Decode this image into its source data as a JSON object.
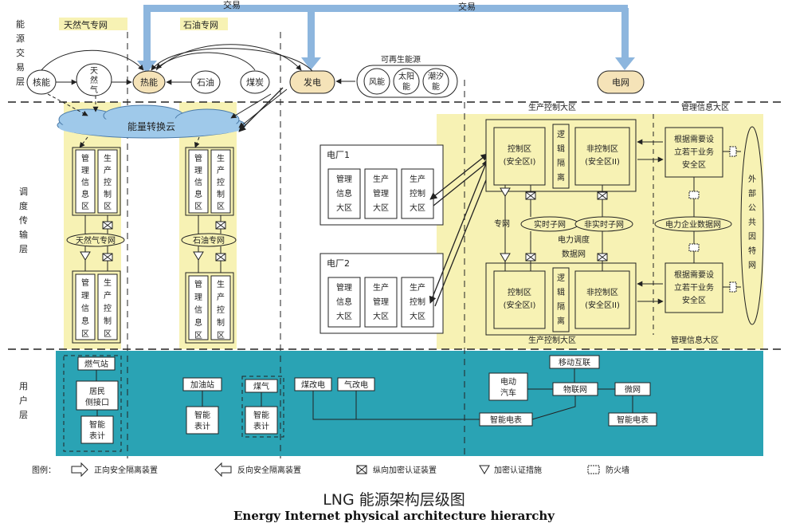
{
  "trade": {
    "left": "交易",
    "right": "交易"
  },
  "layers": {
    "energy_trade": [
      "能",
      "源",
      "交",
      "易",
      "层"
    ],
    "dispatch": [
      "调",
      "度",
      "传",
      "输",
      "层"
    ],
    "user": [
      "用",
      "户",
      "层"
    ]
  },
  "networks": {
    "gas_top": "天然气专网",
    "oil_top": "石油专网",
    "gas_mid": "天然气专网",
    "oil_mid": "石油专网",
    "dedicated": "专网"
  },
  "sources": {
    "nuclear": "核能",
    "gas": [
      "天",
      "然",
      "气"
    ],
    "thermal": "热能",
    "oil": "石油",
    "coal": "煤炭",
    "power_gen": "发电",
    "renewable_title": "可再生能源",
    "wind": "风能",
    "solar": [
      "太阳",
      "能"
    ],
    "tidal": [
      "潮汐",
      "能"
    ],
    "grid": "电网"
  },
  "cloud": "能量转换云",
  "zones": {
    "mgmt_info": [
      "管",
      "理",
      "信",
      "息",
      "区"
    ],
    "prod_ctrl": [
      "生",
      "产",
      "控",
      "制",
      "区"
    ],
    "prod_ctrl_top": "生产控制大区",
    "prod_ctrl_bottom": "生产控制大区",
    "mgmt_info_top": "管理信息大区",
    "mgmt_info_bottom": "管理信息大区"
  },
  "plants": {
    "p1": "电厂1",
    "p2": "电厂2",
    "cells": [
      [
        "管理",
        "信息",
        "大区"
      ],
      [
        "生产",
        "管理",
        "大区"
      ],
      [
        "生产",
        "控制",
        "大区"
      ]
    ]
  },
  "grid_detail": {
    "ctrl_zone": [
      "控制区",
      "(安全区I)"
    ],
    "non_ctrl_zone": [
      "非控制区",
      "(安全区II)"
    ],
    "logic_iso": [
      "逻",
      "辑",
      "隔",
      "离"
    ],
    "business": [
      "根据需要设",
      "立若干业务",
      "安全区"
    ],
    "realtime": "实时子网",
    "non_realtime": "非实时子网",
    "dispatch_net": [
      "电力调度",
      "数据网"
    ],
    "enterprise_net": "电力企业数据网",
    "public_net": [
      "外",
      "部",
      "公",
      "共",
      "因",
      "特",
      "网"
    ]
  },
  "users": {
    "gas_station": "燃气站",
    "resident": [
      "居民",
      "侧接口"
    ],
    "smart_meter_a": [
      "智能",
      "表计"
    ],
    "refuel": "加油站",
    "smart_meter_b": [
      "智能",
      "表计"
    ],
    "gas": "煤气",
    "smart_meter_c": [
      "智能",
      "表计"
    ],
    "coal_to_power": "煤改电",
    "gas_to_power": "气改电",
    "ev": [
      "电动",
      "汽车"
    ],
    "mobile": "移动互联",
    "iot": "物联网",
    "microgrid": "微网",
    "smart_meter_d": "智能电表",
    "smart_meter_e": "智能电表"
  },
  "legend": {
    "title": "图例：",
    "forward": "正向安全隔离装置",
    "reverse": "反向安全隔离装置",
    "vertical": "纵向加密认证装置",
    "encrypt": "加密认证措施",
    "firewall": "防火墙"
  },
  "caption": {
    "cn": "LNG 能源架构层级图",
    "en": "Energy Internet physical architecture hierarchy"
  },
  "colors": {
    "yellow": "#f7f2b4",
    "teal": "#2aa3b4",
    "blue_arrow": "#8db6de",
    "cloud": "#9fc9ea",
    "node_fill": "#f5e3b8"
  }
}
